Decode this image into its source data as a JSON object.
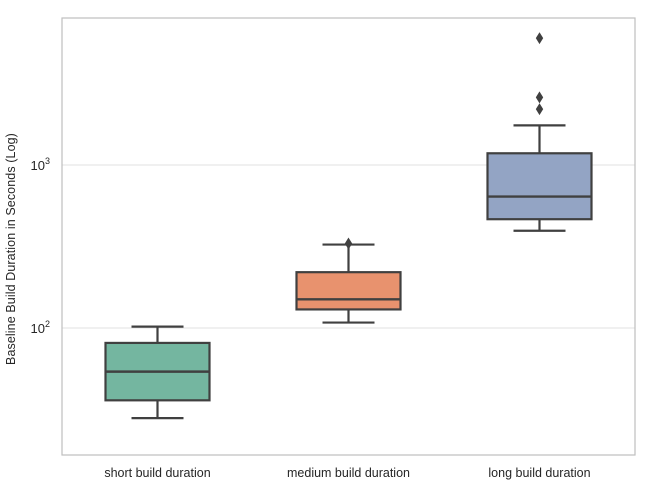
{
  "chart_data": {
    "type": "box",
    "title": "",
    "xlabel": "",
    "ylabel": "Baseline Build Duration in Seconds (Log)",
    "yscale": "log",
    "ylim": [
      22,
      9000
    ],
    "grid": "horizontal",
    "legend": "none",
    "ytick_labels": [
      "10^2",
      "10^3"
    ],
    "ytick_values": [
      100,
      1000
    ],
    "ytick_mantissa": "10",
    "ytick_exponents": [
      "2",
      "3"
    ],
    "categories": [
      "short build duration",
      "medium build duration",
      "long build duration"
    ],
    "boxes": [
      {
        "label": "short build duration",
        "color": "#74b6a0",
        "whisker_low": 28,
        "q1": 36,
        "median": 54,
        "q3": 81,
        "whisker_high": 102,
        "outliers": []
      },
      {
        "label": "medium build duration",
        "color": "#e8926e",
        "whisker_low": 108,
        "q1": 130,
        "median": 150,
        "q3": 220,
        "whisker_high": 325,
        "outliers": [
          330
        ]
      },
      {
        "label": "long build duration",
        "color": "#93a4c4",
        "whisker_low": 395,
        "q1": 465,
        "median": 640,
        "q3": 1180,
        "whisker_high": 1750,
        "outliers": [
          2200,
          2600,
          6000
        ]
      }
    ],
    "colors": {
      "box_edge": "#404040",
      "whisker": "#404040",
      "outlier": "#404040",
      "grid": "#e6e6e6",
      "axis": "#bfbfbf",
      "background": "#ffffff",
      "text": "#262626"
    }
  }
}
